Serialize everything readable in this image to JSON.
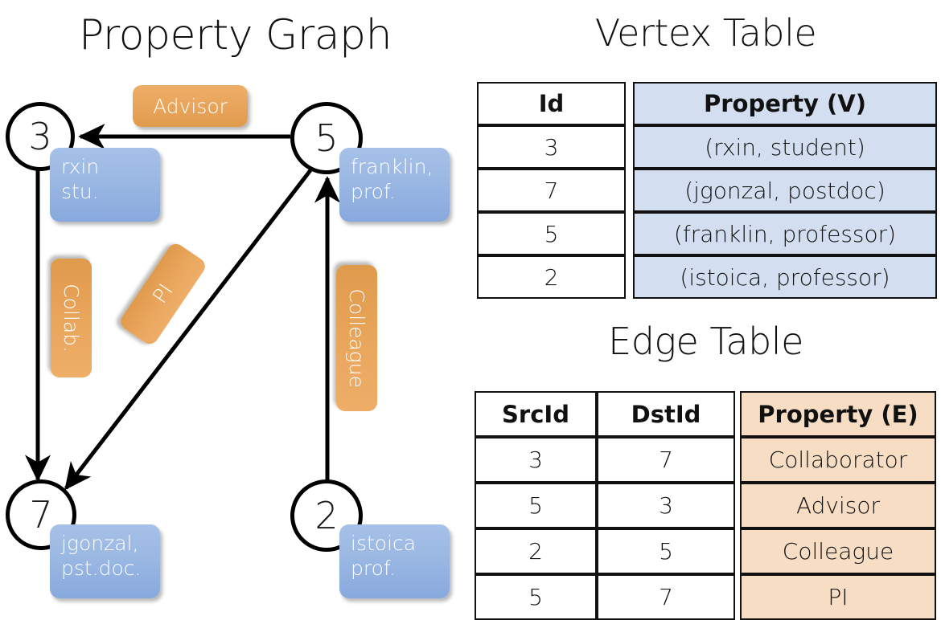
{
  "titles": {
    "property_graph": "Property Graph",
    "vertex_table": "Vertex Table",
    "edge_table": "Edge Table"
  },
  "colors": {
    "vertex_property_fill": "#d3dff1",
    "edge_property_fill": "#f6ddc3",
    "node_box_blue": "#9cb9e3",
    "edge_label_orange": "#e9a65d",
    "stroke": "#000000"
  },
  "graph": {
    "vertices": [
      {
        "id": "3",
        "property_line1": "rxin",
        "property_line2": "stu."
      },
      {
        "id": "5",
        "property_line1": "franklin,",
        "property_line2": "prof."
      },
      {
        "id": "7",
        "property_line1": "jgonzal,",
        "property_line2": "pst.doc."
      },
      {
        "id": "2",
        "property_line1": "istoica",
        "property_line2": "prof."
      }
    ],
    "edge_labels": [
      {
        "text": "Advisor",
        "orientation": "horizontal"
      },
      {
        "text": "Collab.",
        "orientation": "vertical"
      },
      {
        "text": "PI",
        "orientation": "diagonal"
      },
      {
        "text": "Colleague",
        "orientation": "vertical"
      }
    ]
  },
  "vertex_table": {
    "title": "Vertex Table",
    "headers": {
      "id": "Id",
      "property": "Property (V)"
    },
    "rows": [
      {
        "id": "3",
        "property": "(rxin, student)"
      },
      {
        "id": "7",
        "property": "(jgonzal, postdoc)"
      },
      {
        "id": "5",
        "property": "(franklin, professor)"
      },
      {
        "id": "2",
        "property": "(istoica, professor)"
      }
    ]
  },
  "edge_table": {
    "title": "Edge Table",
    "headers": {
      "src": "SrcId",
      "dst": "DstId",
      "property": "Property (E)"
    },
    "rows": [
      {
        "src": "3",
        "dst": "7",
        "property": "Collaborator"
      },
      {
        "src": "5",
        "dst": "3",
        "property": "Advisor"
      },
      {
        "src": "2",
        "dst": "5",
        "property": "Colleague"
      },
      {
        "src": "5",
        "dst": "7",
        "property": "PI"
      }
    ]
  }
}
